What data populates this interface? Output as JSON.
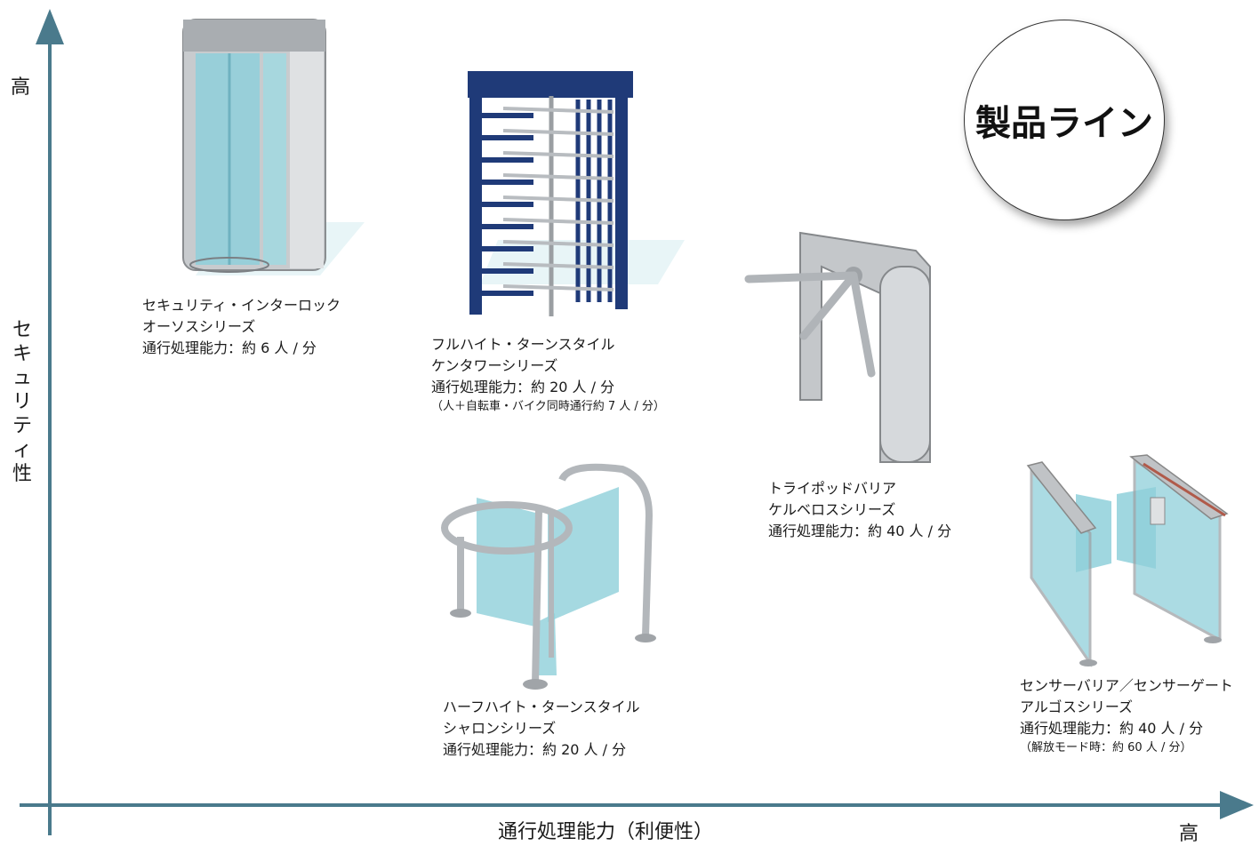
{
  "axes": {
    "y_high": "高",
    "y_label_chars": [
      "セ",
      "キ",
      "ュ",
      "リ",
      "テ",
      "ィ",
      "性"
    ],
    "x_label": "通行処理能力（利便性）",
    "x_high": "高"
  },
  "badge": {
    "text": "製品ライン"
  },
  "products": [
    {
      "name": "セキュリティ・インターロック",
      "series": "オーソスシリーズ",
      "capacity": "通行処理能力：約 6 人 / 分",
      "note": ""
    },
    {
      "name": "フルハイト・ターンスタイル",
      "series": "ケンタワーシリーズ",
      "capacity": "通行処理能力：約 20 人 / 分",
      "note": "（人＋自転車・バイク同時通行約 7 人 / 分）"
    },
    {
      "name": "トライポッドバリア",
      "series": "ケルベロスシリーズ",
      "capacity": "通行処理能力：約 40 人 / 分",
      "note": ""
    },
    {
      "name": "ハーフハイト・ターンスタイル",
      "series": "シャロンシリーズ",
      "capacity": "通行処理能力：約 20 人 / 分",
      "note": ""
    },
    {
      "name": "センサーバリア／センサーゲート",
      "series": "アルゴスシリーズ",
      "capacity": "通行処理能力：約 40 人 / 分",
      "note": "（解放モード時：約 60 人 / 分）"
    }
  ],
  "colors": {
    "axis": "#4a7a8c",
    "glass": "#8fd0da",
    "frame_blue": "#1f3a78",
    "steel": "#b8bcc0"
  }
}
